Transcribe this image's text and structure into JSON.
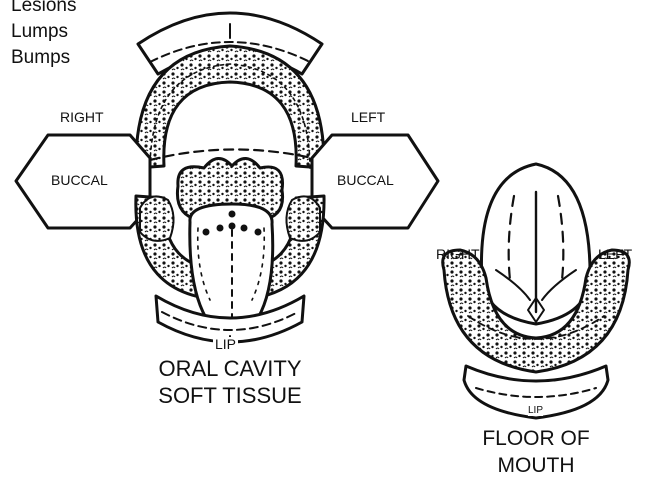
{
  "legend": [
    "Lesions",
    "Lumps",
    "Bumps"
  ],
  "oral_cavity": {
    "right_label": "RIGHT",
    "left_label": "LEFT",
    "buccal_right": "BUCCAL",
    "buccal_left": "BUCCAL",
    "lip_label": "LIP",
    "title_line1": "ORAL CAVITY",
    "title_line2": "SOFT TISSUE"
  },
  "floor_of_mouth": {
    "right_label": "RIGHT",
    "left_label": "LEFT",
    "lip_label": "LIP",
    "title_line1": "FLOOR OF",
    "title_line2": "MOUTH"
  },
  "colors": {
    "ink": "#111111",
    "paper": "#ffffff"
  }
}
